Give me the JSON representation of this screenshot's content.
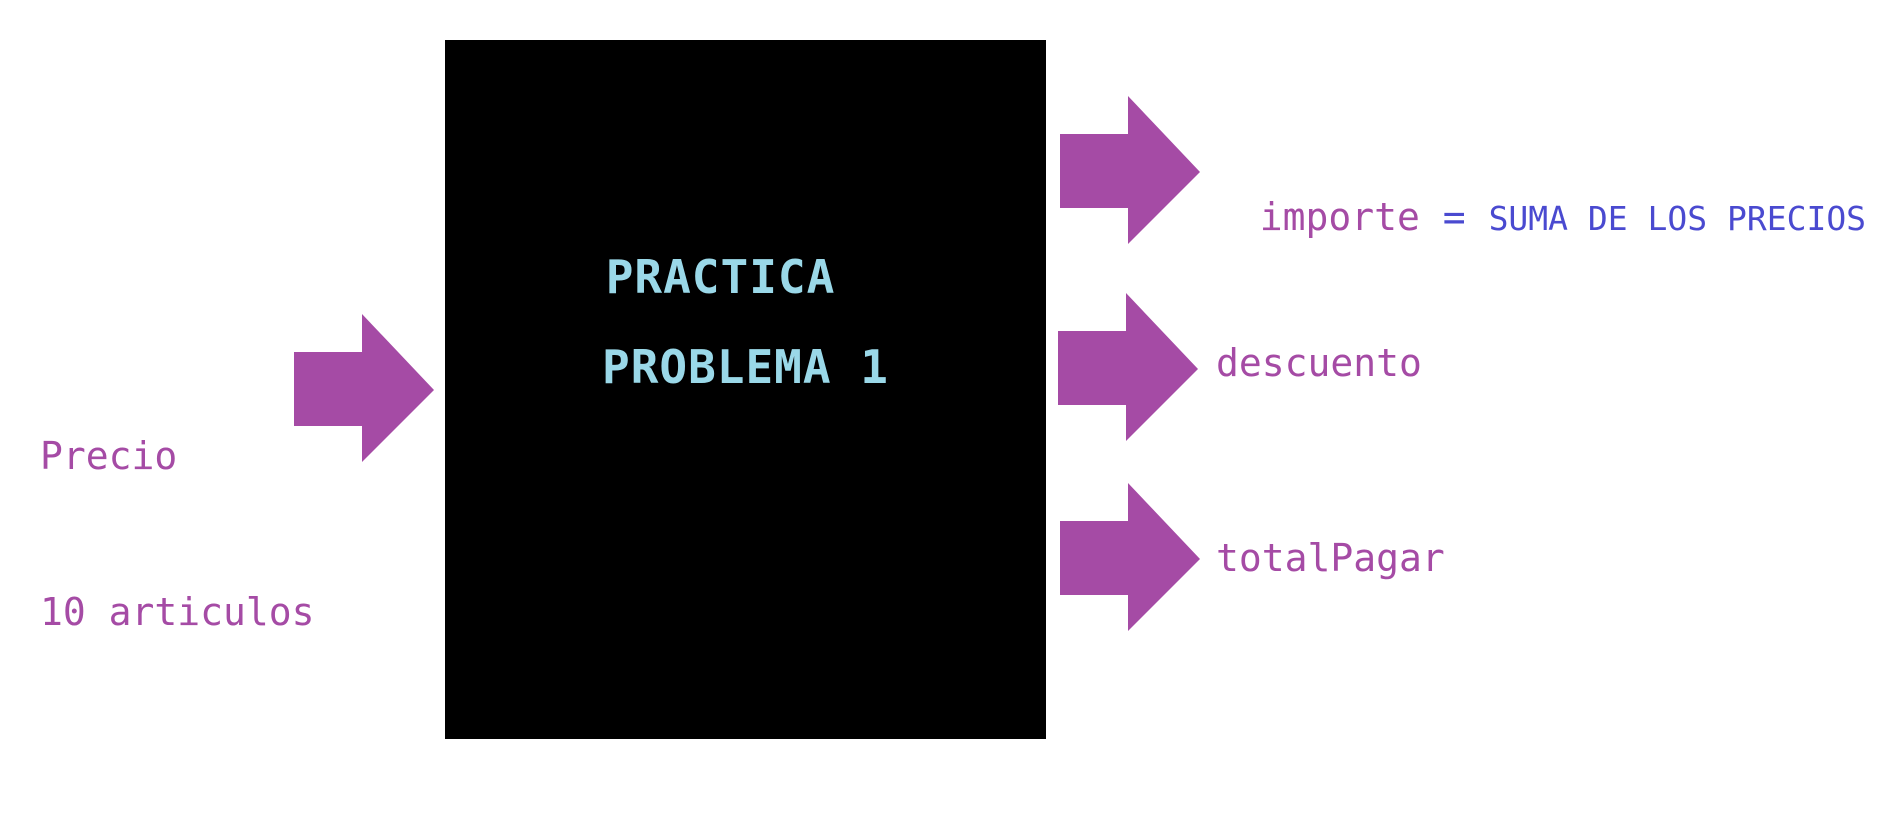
{
  "colors": {
    "arrow": "#a54ba5",
    "label_purple": "#a54ba5",
    "label_blue": "#4a4ad0",
    "title_cyan": "#9ad8e8",
    "box": "#000000"
  },
  "input": {
    "line1": "Precio",
    "line2": "10 articulos"
  },
  "process": {
    "line1": "PRACTICA",
    "line2": "PROBLEMA 1"
  },
  "outputs": {
    "importe": {
      "name": "importe",
      "eq": " = ",
      "desc": "SUMA DE LOS PRECIOS"
    },
    "descuento": "descuento",
    "total": "totalPagar"
  }
}
